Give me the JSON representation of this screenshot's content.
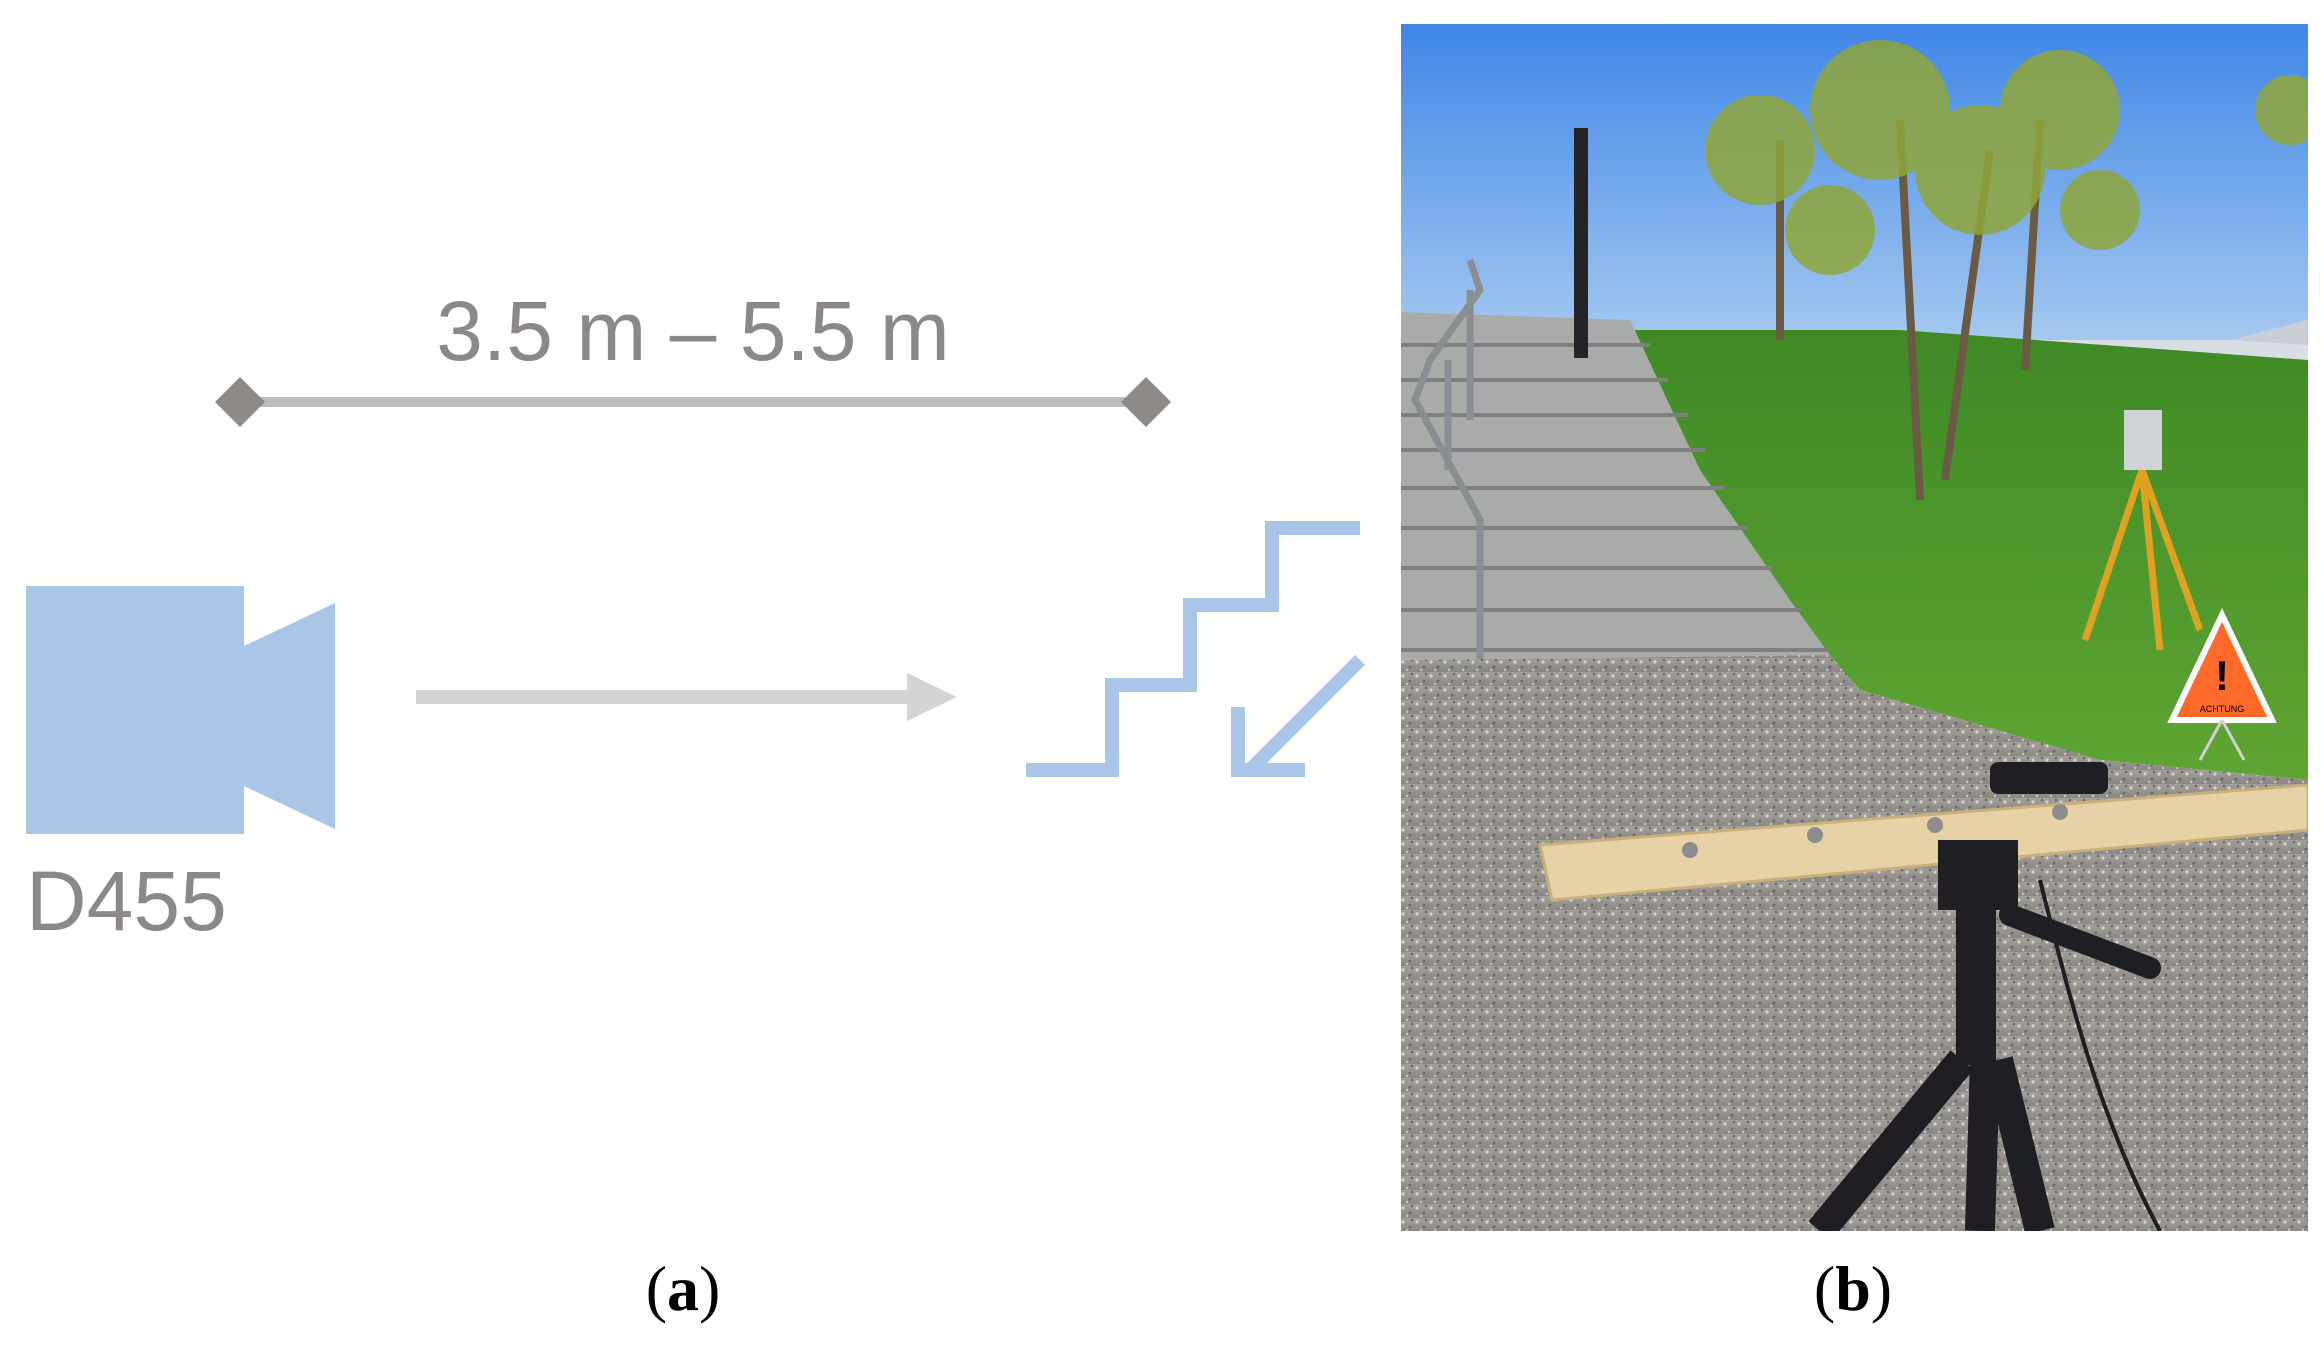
{
  "panel_a": {
    "range_label": "3.5 m – 5.5 m",
    "camera_label": "D455",
    "camera_icon": "video-camera-icon",
    "stairs_icon": "stairs-down-icon",
    "arrow_icon": "arrow-right-icon",
    "colors": {
      "icon_blue": "#a9c6e8",
      "gray": "#bdbdbd",
      "dark_gray": "#8e8a87",
      "text_gray": "#8c8888"
    }
  },
  "panel_b": {
    "photo": "outdoor-stairs-setup-photo",
    "sign_text": "ACHTUNG"
  },
  "captions": {
    "a": {
      "open": "(",
      "letter": "a",
      "close": ")"
    },
    "b": {
      "open": "(",
      "letter": "b",
      "close": ")"
    }
  }
}
